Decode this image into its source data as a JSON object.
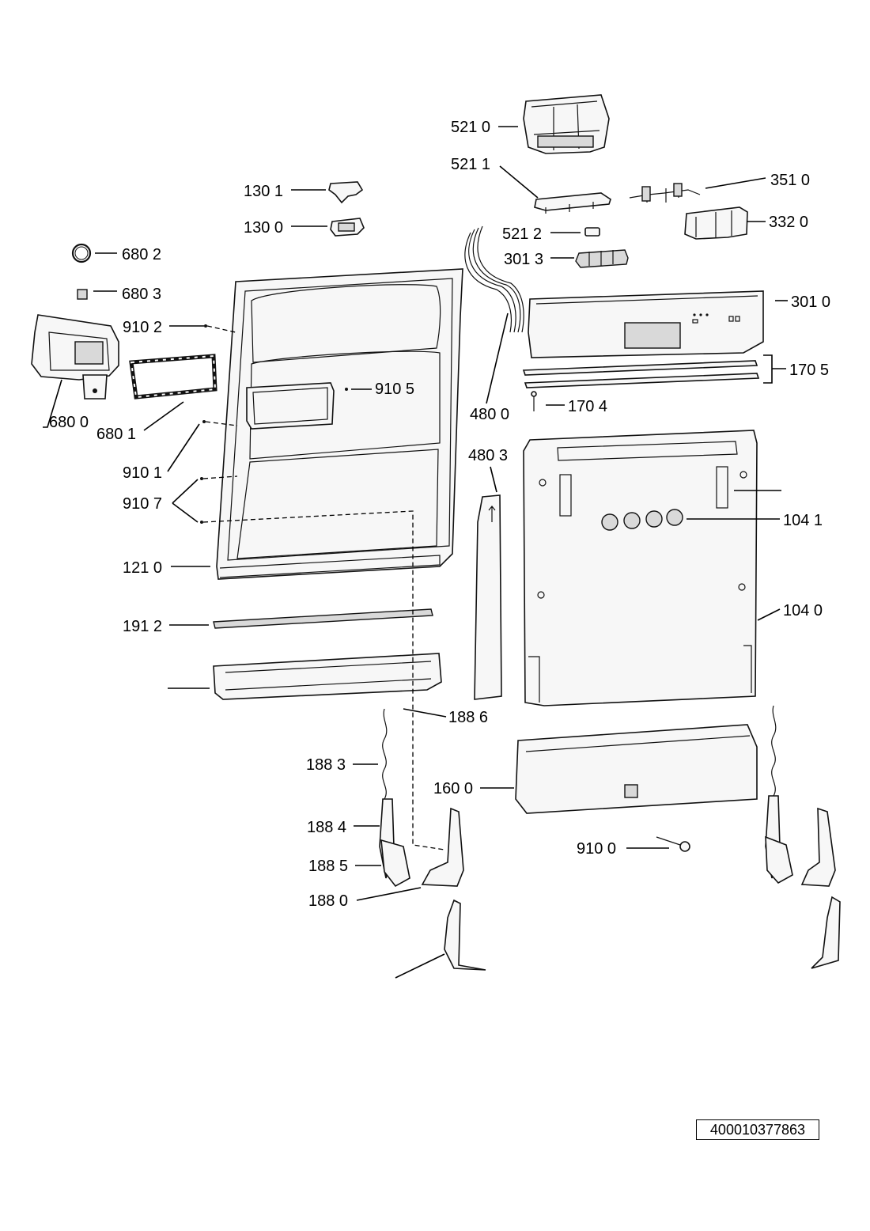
{
  "labels": {
    "l5210": "521 0",
    "l5211": "521 1",
    "l3510": "351 0",
    "l1301": "130 1",
    "l1300": "130 0",
    "l5212": "521 2",
    "l3320": "332 0",
    "l6802": "680 2",
    "l3013": "301 3",
    "l6803": "680 3",
    "l3010": "301 0",
    "l9102": "910 2",
    "l1705": "170 5",
    "l9105": "910 5",
    "l6800": "680 0",
    "l6801": "680 1",
    "l4800": "480 0",
    "l1704": "170 4",
    "l9101": "910 1",
    "l4803": "480 3",
    "l9107": "910 7",
    "l1041": "104 1",
    "l1210": "121 0",
    "l1040": "104 0",
    "l1912": "191 2",
    "l1886": "188 6",
    "l1883": "188 3",
    "l1600": "160 0",
    "l1884": "188 4",
    "l9100": "910 0",
    "l1885": "188 5",
    "l1880": "188 0"
  },
  "document_code": "400010377863"
}
